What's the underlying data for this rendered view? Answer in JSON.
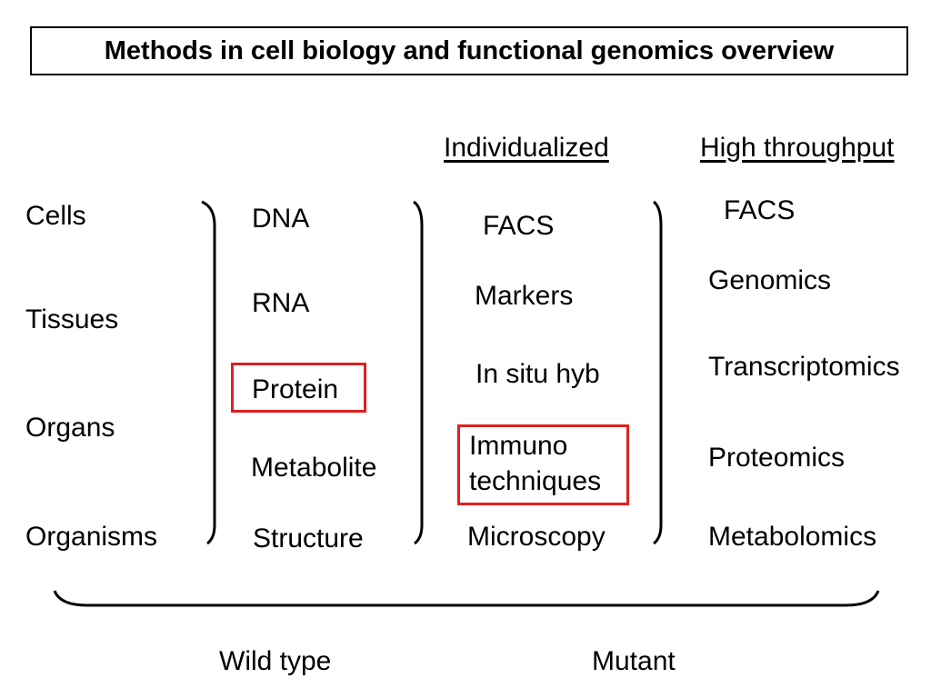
{
  "title": "Methods in cell biology and functional genomics overview",
  "headers": {
    "individualized": "Individualized",
    "high_throughput": "High throughput"
  },
  "levels": [
    "Cells",
    "Tissues",
    "Organs",
    "Organisms"
  ],
  "molecules": [
    "DNA",
    "RNA",
    "Protein",
    "Metabolite",
    "Structure"
  ],
  "individualized_methods": [
    "FACS",
    "Markers",
    "In situ hyb",
    "Immuno",
    "techniques",
    "Microscopy"
  ],
  "high_throughput_methods": [
    "FACS",
    "Genomics",
    "Transcriptomics",
    "Proteomics",
    "Metabolomics"
  ],
  "bottom": {
    "wild_type": "Wild type",
    "mutant": "Mutant"
  },
  "colors": {
    "highlight": "#e02020",
    "text": "#000000",
    "background": "#ffffff"
  }
}
